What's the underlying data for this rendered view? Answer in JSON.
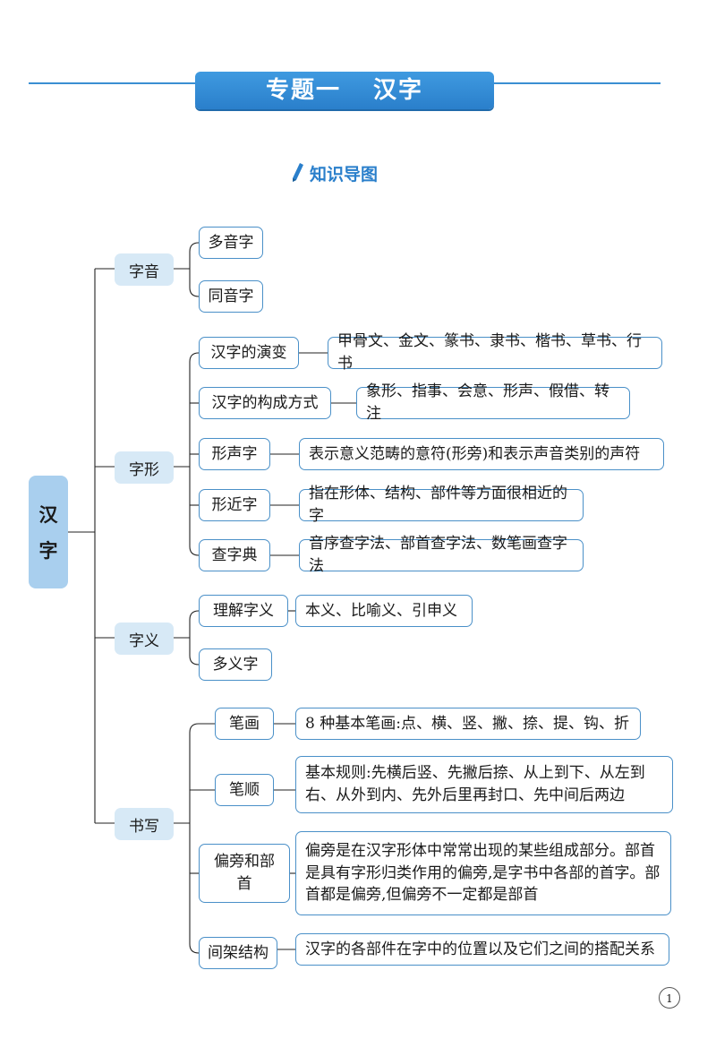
{
  "header": {
    "part1": "专题一",
    "part2": "汉字"
  },
  "subheading": "知识导图",
  "root": {
    "char1": "汉",
    "char2": "字"
  },
  "categories": {
    "sound": {
      "label": "字音",
      "items": [
        {
          "label": "多音字"
        },
        {
          "label": "同音字"
        }
      ]
    },
    "form": {
      "label": "字形",
      "items": [
        {
          "label": "汉字的演变",
          "detail": "甲骨文、金文、篆书、隶书、楷书、草书、行书"
        },
        {
          "label": "汉字的构成方式",
          "detail": "象形、指事、会意、形声、假借、转注"
        },
        {
          "label": "形声字",
          "detail": "表示意义范畴的意符(形旁)和表示声音类别的声符"
        },
        {
          "label": "形近字",
          "detail": "指在形体、结构、部件等方面很相近的字"
        },
        {
          "label": "查字典",
          "detail": "音序查字法、部首查字法、数笔画查字法"
        }
      ]
    },
    "meaning": {
      "label": "字义",
      "items": [
        {
          "label": "理解字义",
          "detail": "本义、比喻义、引申义"
        },
        {
          "label": "多义字"
        }
      ]
    },
    "writing": {
      "label": "书写",
      "items": [
        {
          "label": "笔画",
          "detail": "8 种基本笔画:点、横、竖、撇、捺、提、钩、折"
        },
        {
          "label": "笔顺",
          "detail": "基本规则:先横后竖、先撇后捺、从上到下、从左到右、从外到内、先外后里再封口、先中间后两边"
        },
        {
          "label": "偏旁和部首",
          "detail": "偏旁是在汉字形体中常常出现的某些组成部分。部首是具有字形归类作用的偏旁,是字书中各部的首字。部首都是偏旁,但偏旁不一定都是部首"
        },
        {
          "label": "间架结构",
          "detail": "汉字的各部件在字中的位置以及它们之间的搭配关系"
        }
      ]
    }
  },
  "page_number": "1",
  "colors": {
    "accent": "#2a7fcb",
    "node_border": "#4a90c8",
    "category_fill": "#d7e9f6",
    "root_fill": "#a9cfee"
  }
}
